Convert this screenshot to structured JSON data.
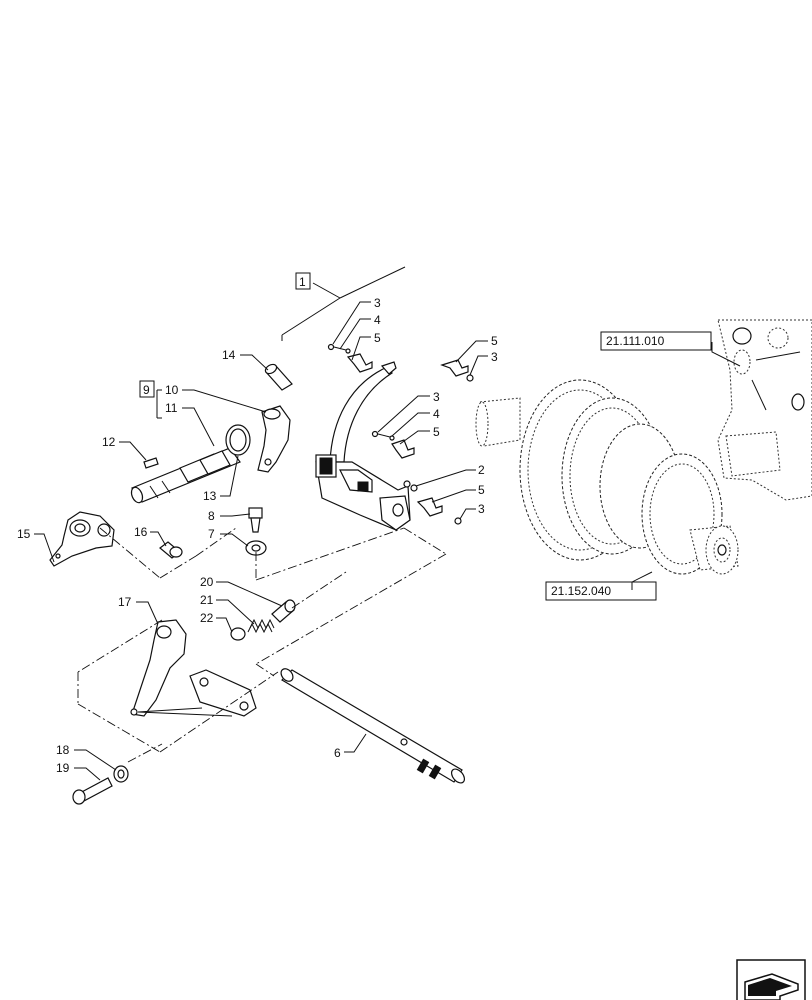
{
  "callouts": [
    {
      "id": "c1",
      "text": "1"
    },
    {
      "id": "c2",
      "text": "2"
    },
    {
      "id": "c3a",
      "text": "3"
    },
    {
      "id": "c4a",
      "text": "4"
    },
    {
      "id": "c5a",
      "text": "5"
    },
    {
      "id": "c5b",
      "text": "5"
    },
    {
      "id": "c3b",
      "text": "3"
    },
    {
      "id": "c3c",
      "text": "3"
    },
    {
      "id": "c4b",
      "text": "4"
    },
    {
      "id": "c5c",
      "text": "5"
    },
    {
      "id": "c5d",
      "text": "5"
    },
    {
      "id": "c3d",
      "text": "3"
    },
    {
      "id": "c6",
      "text": "6"
    },
    {
      "id": "c7",
      "text": "7"
    },
    {
      "id": "c8",
      "text": "8"
    },
    {
      "id": "c9",
      "text": "9"
    },
    {
      "id": "c10",
      "text": "10"
    },
    {
      "id": "c11",
      "text": "11"
    },
    {
      "id": "c12",
      "text": "12"
    },
    {
      "id": "c13",
      "text": "13"
    },
    {
      "id": "c14",
      "text": "14"
    },
    {
      "id": "c15",
      "text": "15"
    },
    {
      "id": "c16",
      "text": "16"
    },
    {
      "id": "c17",
      "text": "17"
    },
    {
      "id": "c18",
      "text": "18"
    },
    {
      "id": "c19",
      "text": "19"
    },
    {
      "id": "c20",
      "text": "20"
    },
    {
      "id": "c21",
      "text": "21"
    },
    {
      "id": "c22",
      "text": "22"
    }
  ],
  "references": [
    {
      "id": "r1",
      "text": "21.111.010"
    },
    {
      "id": "r2",
      "text": "21.152.040"
    }
  ],
  "nav_icon": "arrow-next-page-icon"
}
